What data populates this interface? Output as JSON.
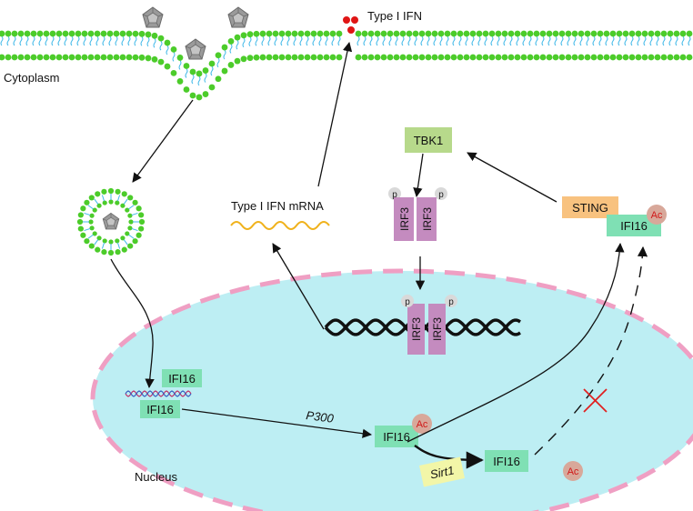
{
  "labels": {
    "type1_ifn": "Type I IFN",
    "cytoplasm": "Cytoplasm",
    "type1_ifn_mrna": "Type I IFN mRNA",
    "tbk1": "TBK1",
    "sting": "STING",
    "irf3": "IRF3",
    "phospho": "p",
    "acetyl": "Ac",
    "ifi16": "IFI16",
    "p300": "P300",
    "sirt1": "Sirt1",
    "nucleus": "Nucleus"
  },
  "colors": {
    "membrane_bead": "#4ccc2a",
    "membrane_tail": "#3fb8e8",
    "nucleus_fill": "#bdeef3",
    "nucleus_border": "#ef9fc3",
    "ifi16_box": "#7fe0b4",
    "tbk1_box": "#b7d98b",
    "sting_box": "#f8c27f",
    "irf3_box": "#c48bbf",
    "sirt1_box": "#f2f6a8",
    "ac_circle": "#d8a89a",
    "ac_text": "#d01818",
    "p_circle": "#d9d9d9",
    "ifn_dot": "#e01515",
    "mrna_wave": "#f0b21c",
    "inhibit_cross": "#e02020"
  },
  "icons": [
    "virus-icon",
    "dna-helix-icon",
    "inhibition-cross-icon"
  ]
}
